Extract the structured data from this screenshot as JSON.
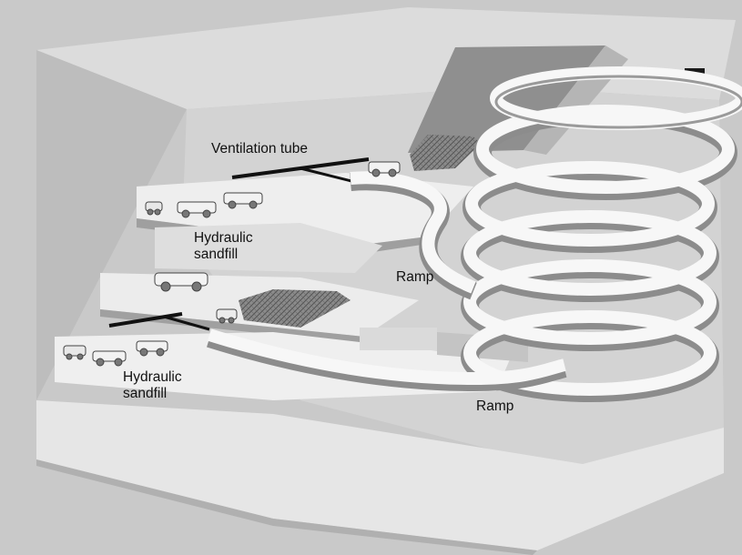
{
  "diagram": {
    "labels": {
      "ventilation_tube": "Ventilation tube",
      "sandfill_upper": [
        "Hydraulic",
        "sandfill"
      ],
      "sandfill_lower": [
        "Hydraulic",
        "sandfill"
      ],
      "ramp_upper": "Ramp",
      "ramp_lower": "Ramp"
    },
    "colors": {
      "background": "#c9c9c9",
      "block_top": "#dcdcdc",
      "block_left": "#bcbcbc",
      "floor": "#ebebeb",
      "shaft": "#8f8f8f",
      "stope_fill": "#7a7a7a",
      "ramp_top": "#f7f7f7",
      "ramp_side": "#9a9a9a",
      "ventilation_tube": "#111111"
    }
  }
}
